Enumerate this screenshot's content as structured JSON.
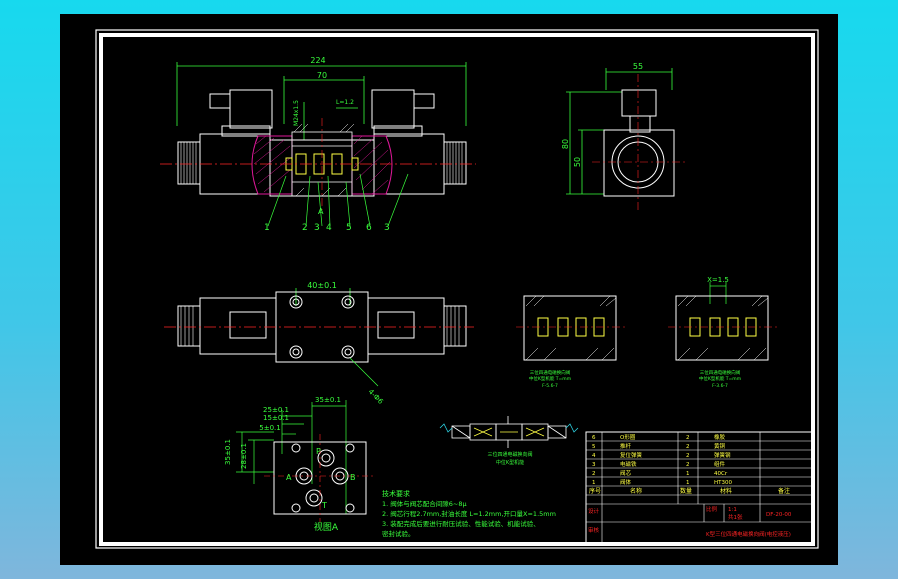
{
  "dims": {
    "overall_width": "224",
    "body_width": "70",
    "thread": "M24x1.5",
    "stroke_l": "L=1.2",
    "end_width": "55",
    "height_total": "80",
    "height_body": "50",
    "base_width": "40±0.1",
    "gap_x": "X=1.5",
    "mount_hole": "4-Ф6",
    "port_35": "35±0.1",
    "port_25": "25±0.1",
    "port_15": "15±0.1",
    "port_5": "5±0.1",
    "v_35": "35±0.1",
    "v_28": "28±0.1"
  },
  "callouts": [
    "1",
    "2",
    "3",
    "4",
    "A",
    "5",
    "6",
    "3"
  ],
  "ports": {
    "p": "P",
    "a": "A",
    "b": "B",
    "t": "T"
  },
  "view_label": "视图A",
  "section_caption_1a": "三位四通电磁换向阀",
  "section_caption_1b": "中位K型机能 T=mm",
  "section_caption_1c": "F-5.6-7",
  "section_caption_2a": "三位四通电磁换向阀",
  "section_caption_2b": "中位K型机能 T=mm",
  "section_caption_2c": "F-3.6-7",
  "symbol_caption_1": "三位四通电磁换向阀",
  "symbol_caption_2": "中位K型机能",
  "notes": {
    "title": "技术要求",
    "line1": "1. 阀体与阀芯配合间隙6~8μ",
    "line2": "2. 阀芯行程2.7mm,封油长度 L=1.2mm,开口量X=1.5mm",
    "line3": "3. 装配完成后要进行耐压试验、性能试验、机能试验、",
    "line4": "密封试验。"
  },
  "bom_rows": [
    {
      "no": "6",
      "name": "O形圈",
      "qty": "2",
      "mat": "橡胶"
    },
    {
      "no": "5",
      "name": "推杆",
      "qty": "2",
      "mat": "黄铜"
    },
    {
      "no": "4",
      "name": "复位弹簧",
      "qty": "2",
      "mat": "弹簧钢"
    },
    {
      "no": "3",
      "name": "电磁铁",
      "qty": "2",
      "mat": "组件"
    },
    {
      "no": "2",
      "name": "阀芯",
      "qty": "1",
      "mat": "40Cr"
    },
    {
      "no": "1",
      "name": "阀体",
      "qty": "1",
      "mat": "HT300"
    }
  ],
  "bom_header": {
    "no": "序号",
    "name": "名称",
    "qty": "数量",
    "mat": "材料",
    "note": "备注"
  },
  "title_block": {
    "scale_label": "比例",
    "scale": "1:1",
    "sheet_label": "共1张",
    "code": "DF-20-00",
    "design": "设计",
    "check": "审核",
    "title": "K型三位四通电磁换向阀(电控液压)"
  },
  "colors": {
    "green": "#39ff3c",
    "cyan": "#2dd6e6",
    "yellow": "#ffff44",
    "red": "#ff2424",
    "magenta": "#e0189a",
    "white": "#ffffff"
  }
}
